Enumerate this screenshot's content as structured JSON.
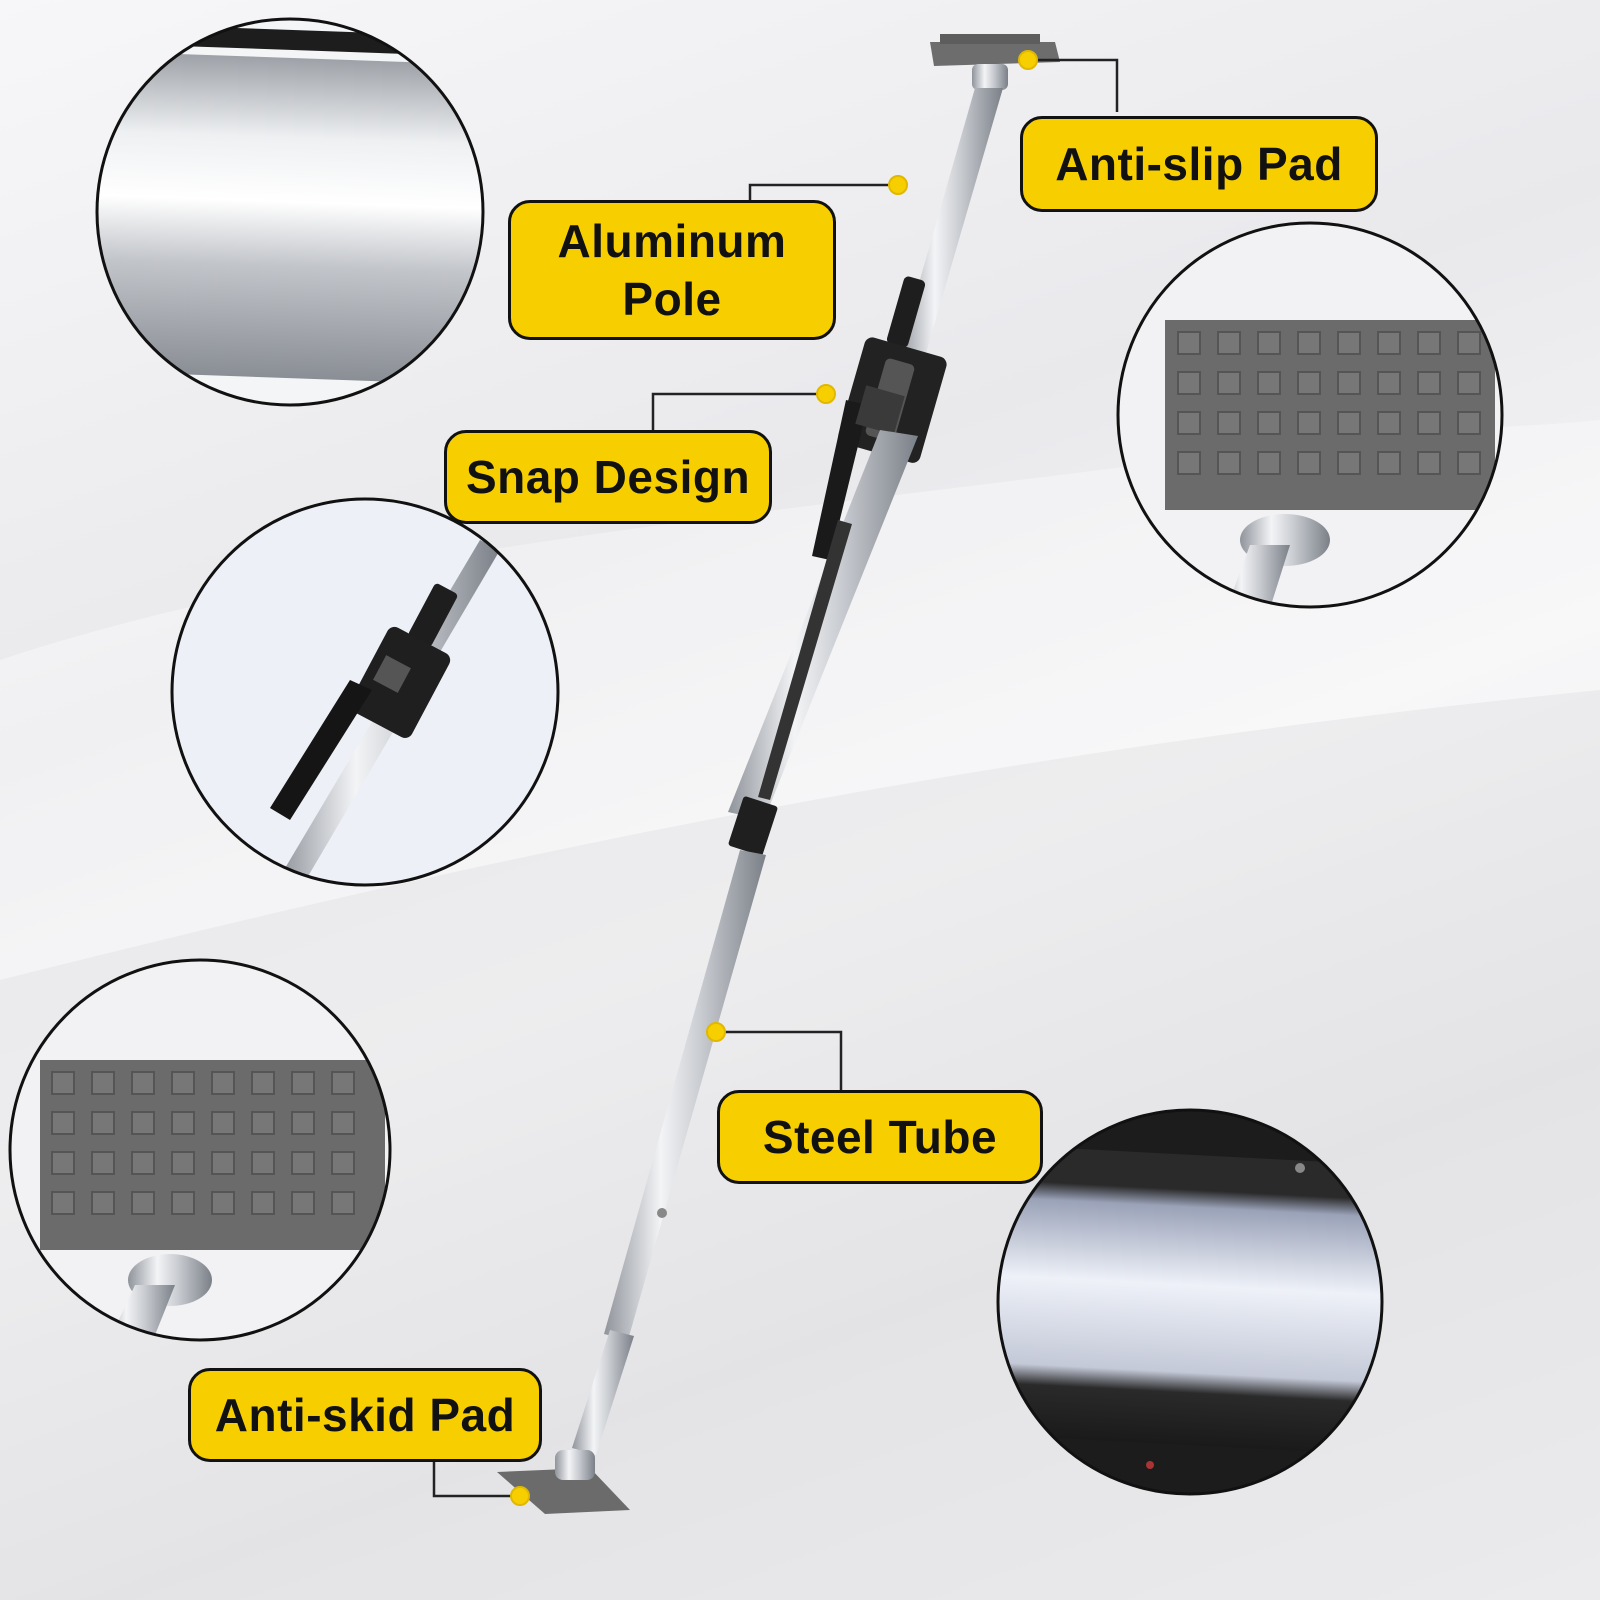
{
  "labels": {
    "aluminum_pole": "Aluminum Pole",
    "anti_slip_pad": "Anti-slip Pad",
    "snap_design": "Snap Design",
    "steel_tube": "Steel Tube",
    "anti_skid_pad": "Anti-skid Pad"
  },
  "colors": {
    "label_fill": "#f7cf00",
    "label_border": "#111111",
    "pad_gray": "#6b6b6b",
    "pole_silver": "#c8cbd0"
  }
}
